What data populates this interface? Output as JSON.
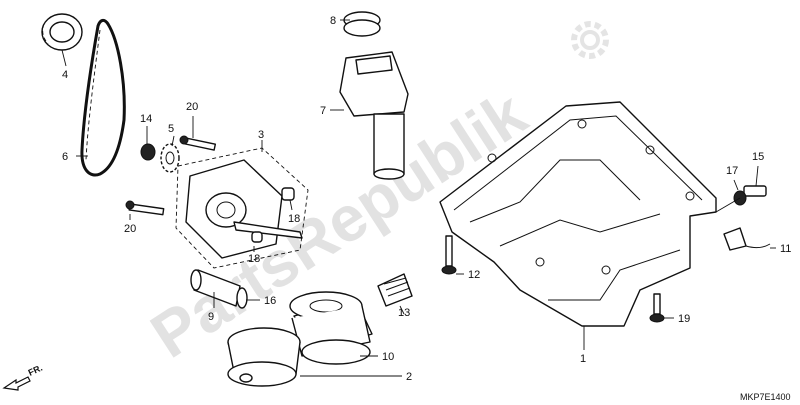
{
  "diagram": {
    "watermark_text": "PartsRepublik",
    "diagram_code": "MKP7E1400",
    "direction_label": "FR.",
    "callouts": [
      {
        "id": "1",
        "text": "1"
      },
      {
        "id": "2",
        "text": "2"
      },
      {
        "id": "3",
        "text": "3"
      },
      {
        "id": "4",
        "text": "4"
      },
      {
        "id": "5",
        "text": "5"
      },
      {
        "id": "6",
        "text": "6"
      },
      {
        "id": "7",
        "text": "7"
      },
      {
        "id": "8",
        "text": "8"
      },
      {
        "id": "9",
        "text": "9"
      },
      {
        "id": "10",
        "text": "10"
      },
      {
        "id": "11",
        "text": "11"
      },
      {
        "id": "12",
        "text": "12"
      },
      {
        "id": "13",
        "text": "13"
      },
      {
        "id": "14",
        "text": "14"
      },
      {
        "id": "15",
        "text": "15"
      },
      {
        "id": "16",
        "text": "16"
      },
      {
        "id": "17",
        "text": "17"
      },
      {
        "id": "18a",
        "text": "18"
      },
      {
        "id": "18b",
        "text": "18"
      },
      {
        "id": "19",
        "text": "19"
      },
      {
        "id": "20a",
        "text": "20"
      },
      {
        "id": "20b",
        "text": "20"
      }
    ]
  }
}
